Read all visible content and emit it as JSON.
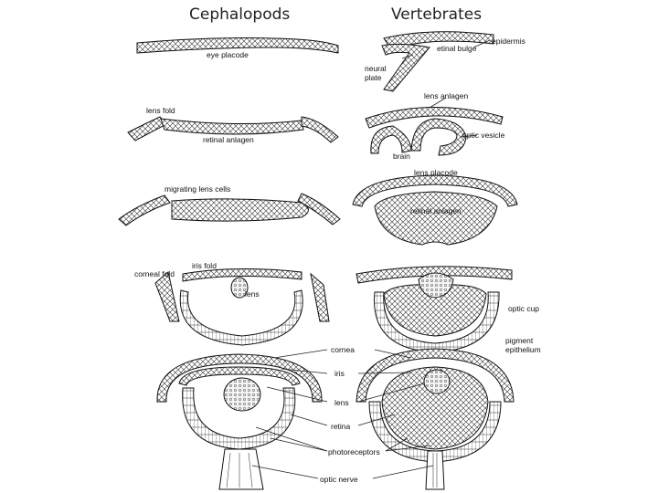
{
  "headings": {
    "cephalopods": "Cephalopods",
    "vertebrates": "Vertebrates"
  },
  "labels": {
    "eye_placode": "eye placode",
    "retinal_bulge": "etinal bulge",
    "epidermis": "epidermis",
    "neural_plate_1": "neural",
    "neural_plate_2": "plate",
    "lens_anlagen": "lens anlagen",
    "lens_fold": "lens fold",
    "retinal_anlagen_ceph": "retinal anlagen",
    "optic_vesicle": "optic vesicle",
    "brain": "brain",
    "lens_placode": "lens placode",
    "migrating_lens_cells": "migrating lens cells",
    "retinal_anlagen_vert": "retinal anlagen",
    "iris_fold": "iris fold",
    "corneal_fold": "corneal fold",
    "lens_ceph": "lens",
    "optic_cup": "optic cup",
    "pigment_epithelium_1": "pigment",
    "pigment_epithelium_2": "epithelium",
    "cornea": "cornea",
    "iris": "iris",
    "lens": "lens",
    "retina": "retina",
    "photoreceptors": "photoreceptors",
    "optic_nerve": "optic nerve"
  }
}
